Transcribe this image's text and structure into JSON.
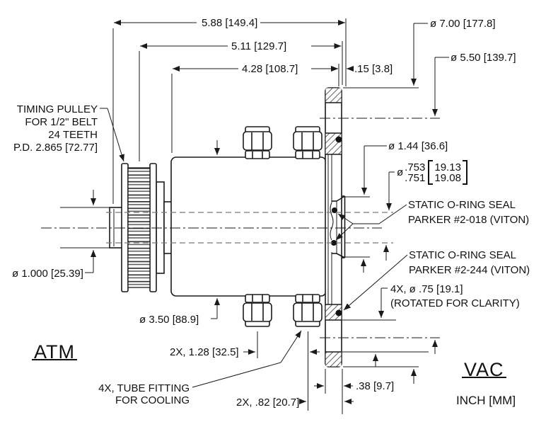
{
  "colors": {
    "line": "#1a1a1a",
    "background": "#ffffff"
  },
  "notes": {
    "pulley": {
      "l1": "TIMING PULLEY",
      "l2": "FOR 1/2\" BELT",
      "l3": "24 TEETH",
      "l4": "P.D. 2.865 [72.77]"
    },
    "oring_shaft": {
      "l1": "STATIC O-RING SEAL",
      "l2": "PARKER #2-018 (VITON)"
    },
    "oring_flange": {
      "l1": "STATIC O-RING SEAL",
      "l2": "PARKER #2-244 (VITON)"
    },
    "bolt_holes": {
      "l1": "4X, ø .75 [19.1]",
      "l2": "(ROTATED FOR CLARITY)"
    },
    "tube_fitting": {
      "l1": "4X, TUBE FITTING",
      "l2": "FOR COOLING"
    }
  },
  "dimensions": {
    "overall_length": "5.88 [149.4]",
    "length_to_pulley": "5.11 [129.7]",
    "body_length": "4.28 [108.7]",
    "flange_lip": ".15 [3.8]",
    "flange_od": "ø 7.00 [177.8]",
    "bolt_circle": "ø 5.50 [139.7]",
    "boss_dia": "ø 1.44 [36.6]",
    "shaft_fit": {
      "dia_symbol": "ø",
      "in_upper": ".753",
      "in_lower": ".751",
      "mm_upper": "19.13",
      "mm_lower": "19.08"
    },
    "shaft_dia": "ø 1.000 [25.39]",
    "body_dia": "ø 3.50 [88.9]",
    "fitting_spacing": "2X, 1.28 [32.5]",
    "fitting_to_face": "2X, .82 [20.7]",
    "flange_thickness": ".38 [9.7]"
  },
  "sides": {
    "left": "ATM",
    "right": "VAC",
    "units": "INCH [MM]"
  }
}
